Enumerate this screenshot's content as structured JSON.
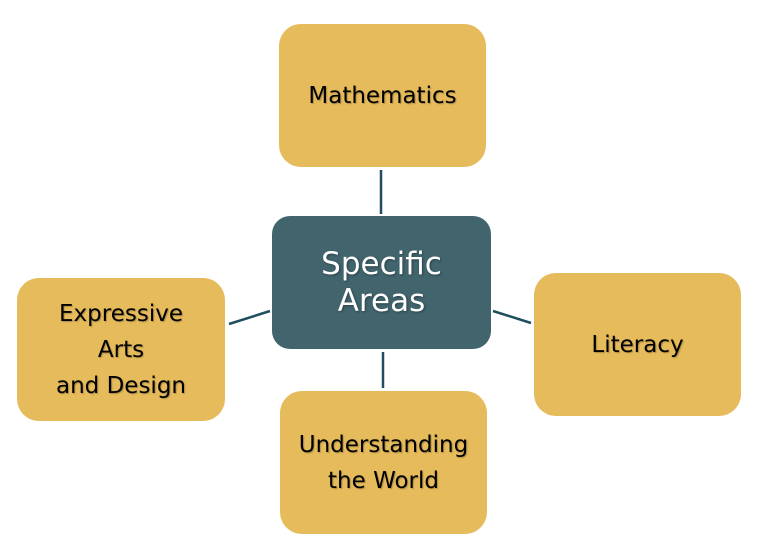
{
  "diagram": {
    "center": {
      "label": "Specific\nAreas",
      "fill_color": "#41646d",
      "text_color": "#ffffff"
    },
    "areas": {
      "top": {
        "label": "Mathematics"
      },
      "left": {
        "label": "Expressive\nArts\nand Design"
      },
      "right": {
        "label": "Literacy"
      },
      "bottom": {
        "label": "Understanding\nthe World"
      }
    },
    "area_fill_color": "#e6bb5b",
    "connector_color": "#1f4e5f"
  }
}
